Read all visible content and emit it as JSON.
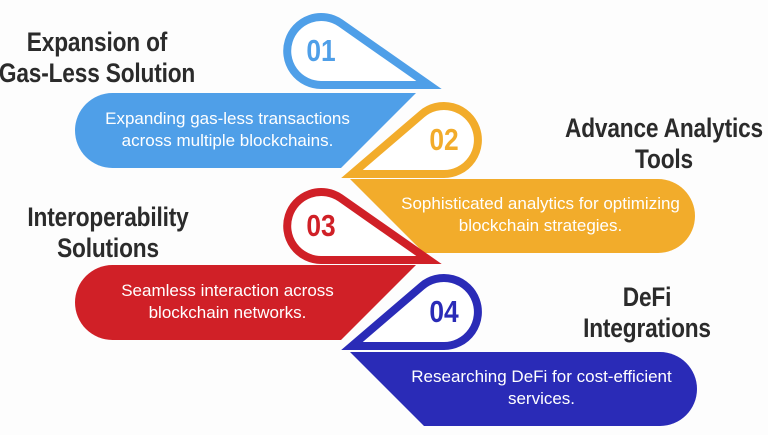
{
  "background_color": "#FDFDFD",
  "title_color": "#2B2B2B",
  "badge_fill_color": "#FFFFFF",
  "description_text_color": "#FFFFFF",
  "items": [
    {
      "number": "01",
      "title": "Expansion of\nGas-Less Solution",
      "description": "Expanding gas-less transactions across multiple blockchains.",
      "color": "#4F9FE8"
    },
    {
      "number": "02",
      "title": "Advance Analytics\nTools",
      "description": "Sophisticated analytics for optimizing blockchain strategies.",
      "color": "#F2AC2B"
    },
    {
      "number": "03",
      "title": "Interoperability\nSolutions",
      "description": "Seamless interaction across blockchain networks.",
      "color": "#D02027"
    },
    {
      "number": "04",
      "title": "DeFi\nIntegrations",
      "description": "Researching DeFi for cost-efficient services.",
      "color": "#2A2BB7"
    }
  ]
}
